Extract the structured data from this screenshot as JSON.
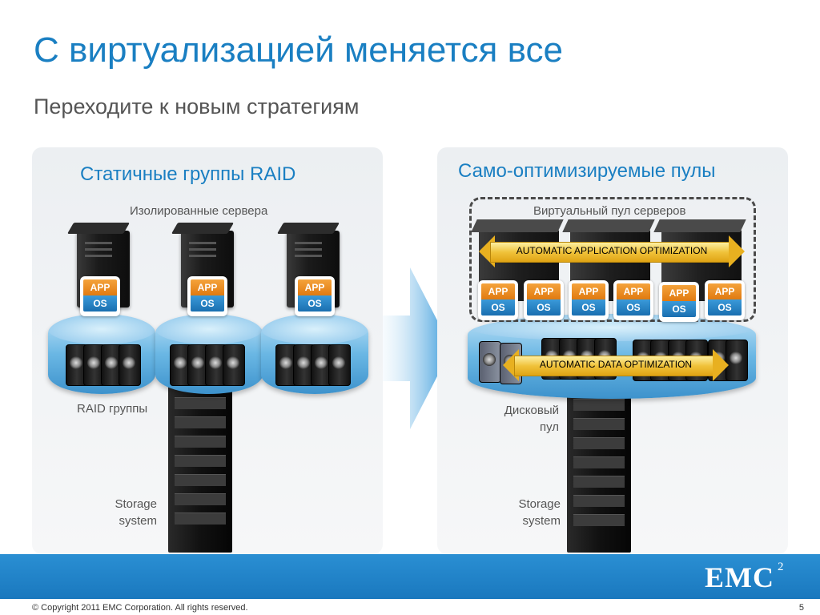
{
  "slide": {
    "title": "С виртуализацией меняется все",
    "subtitle": "Переходите к новым стратегиям"
  },
  "left_panel": {
    "title": "Статичные группы RAID",
    "servers_label": "Изолированные сервера",
    "raid_label": "RAID группы",
    "storage_label_1": "Storage",
    "storage_label_2": "system"
  },
  "right_panel": {
    "title": "Само-оптимизируемые пулы",
    "servers_label": "Виртуальный пул серверов",
    "app_opt": "AUTOMATIC  APPLICATION  OPTIMIZATION",
    "data_opt": "AUTOMATIC  DATA  OPTIMIZATION",
    "disk_pool_label_1": "Дисковый",
    "disk_pool_label_2": "пул",
    "storage_label_1": "Storage",
    "storage_label_2": "system"
  },
  "badge": {
    "app": "APP",
    "os": "OS"
  },
  "footer": {
    "logo": "EMC",
    "logo_sup": "2",
    "copyright": "© Copyright 2011 EMC Corporation. All rights reserved.",
    "page_number": "5"
  },
  "colors": {
    "accent": "#1a7fc2",
    "footer": "#1a78be",
    "arrow": "#e8b020"
  }
}
